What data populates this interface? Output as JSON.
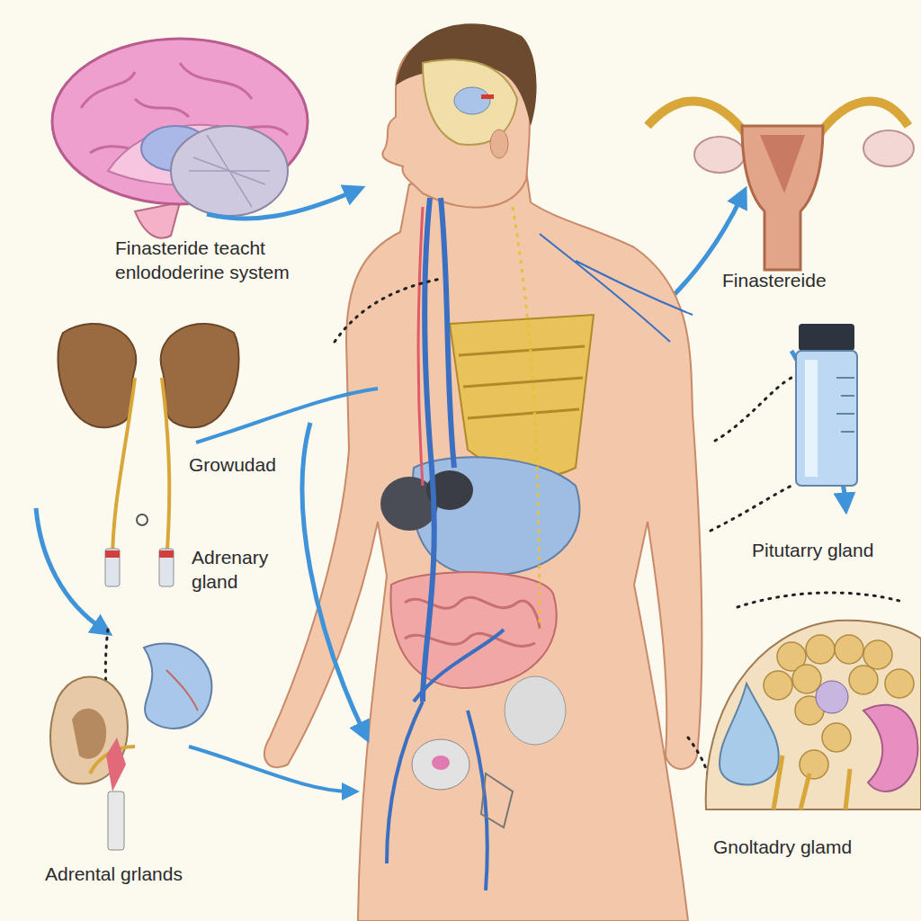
{
  "diagram": {
    "labels": [
      "Finasteride teacht enlododerine system",
      "Finastereide",
      "Growudad",
      "Adrenary gland",
      "Pitutarry gland",
      "Adrental grlands",
      "Gnoltadry glamd"
    ]
  }
}
